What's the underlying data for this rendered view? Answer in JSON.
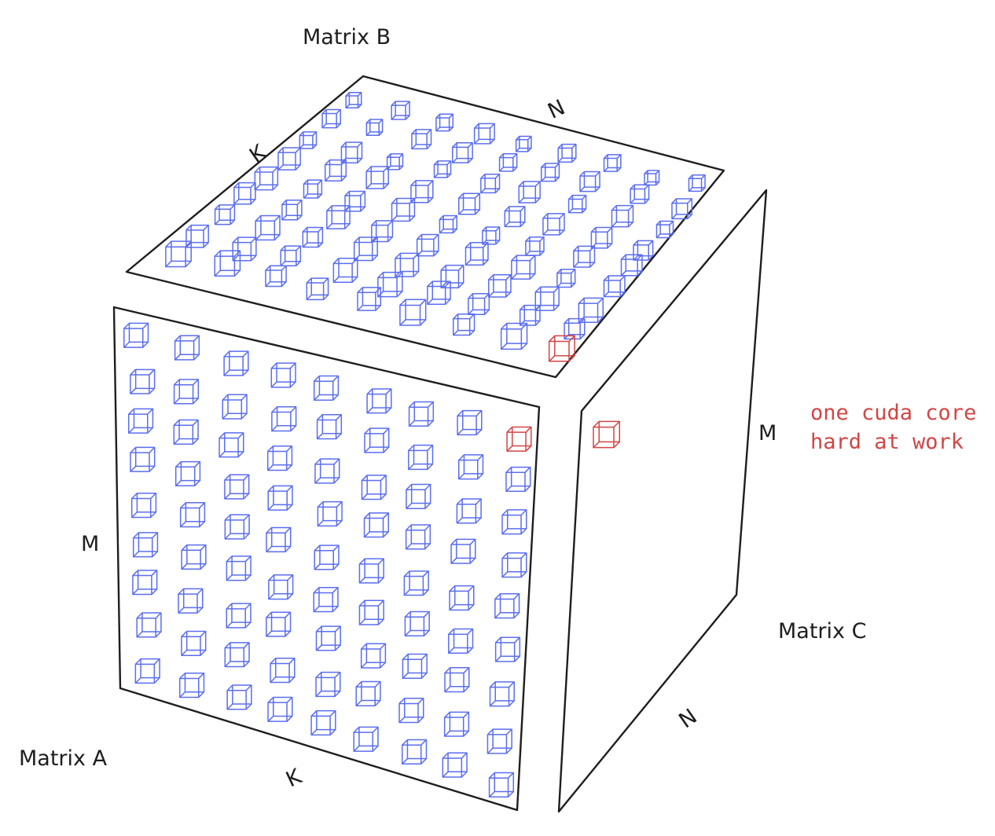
{
  "labels": {
    "matrix_a": "Matrix A",
    "matrix_b": "Matrix B",
    "matrix_c": "Matrix C",
    "a_dim_m": "M",
    "a_dim_k": "K",
    "b_dim_k": "K",
    "b_dim_n": "N",
    "c_dim_m": "M",
    "c_dim_n": "N"
  },
  "annotation": {
    "line1": "one cuda core",
    "line2": "hard at work"
  },
  "colors": {
    "core": "#5b6ef0",
    "active_core": "#d24545",
    "annotation": "#d24545",
    "outline": "#1e1e1e"
  },
  "grids": {
    "matrix_a": {
      "rows": 9,
      "cols": 9
    },
    "matrix_b": {
      "rows": 9,
      "cols": 9
    }
  }
}
